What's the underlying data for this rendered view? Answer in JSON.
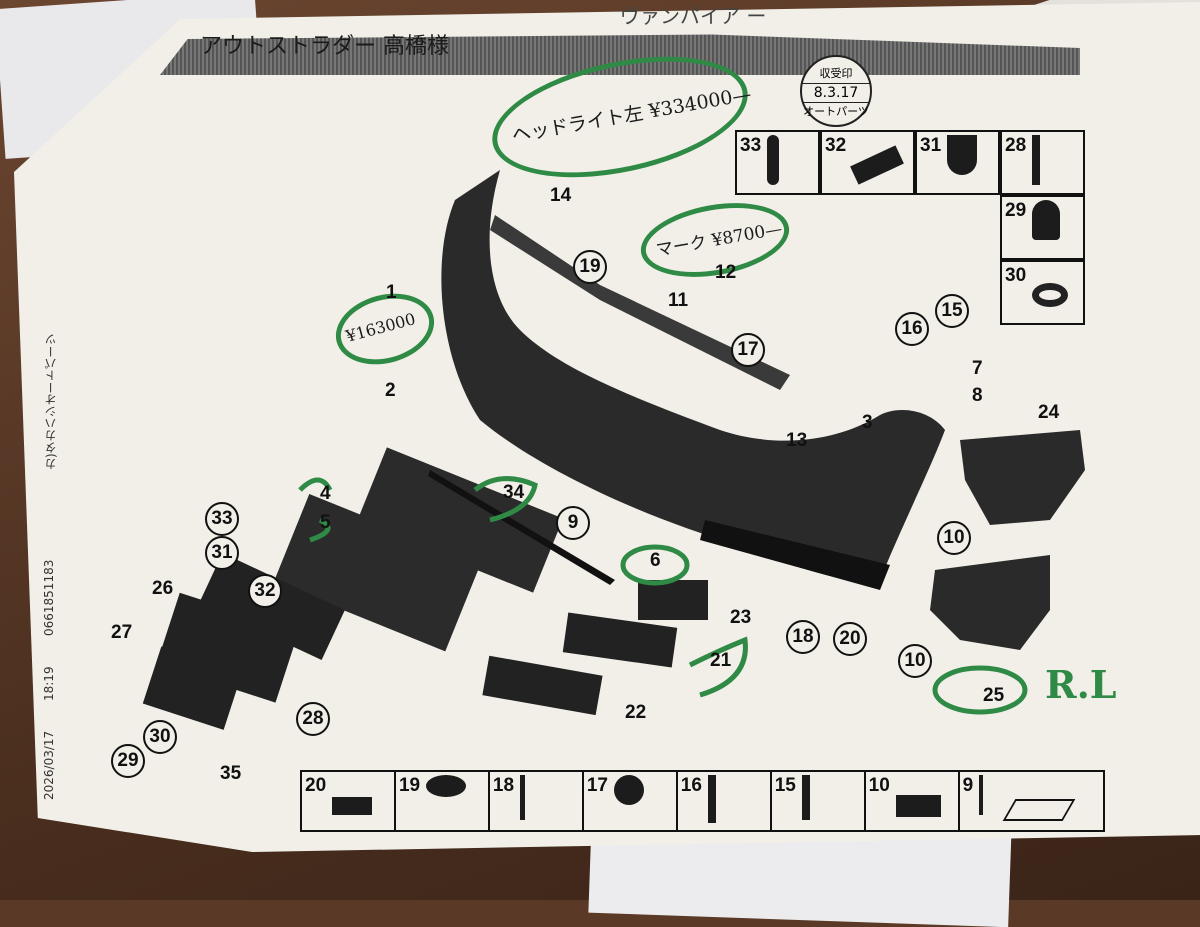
{
  "title_handwritten": "アウトストラダー 高橋様",
  "top_faded_text": "ヴァンパイア ー",
  "stamp": {
    "top": "収受印",
    "date": "8.3.17",
    "bottom": "オートパーツ"
  },
  "fax_header": {
    "date": "2026/03/17",
    "time": "18:19",
    "phone": "0661851183",
    "sender": "カ)タカハシオートパーツ"
  },
  "annotations": {
    "headlight": "ヘッドライト左 ¥334000—",
    "emblem": "マーク ¥8700—",
    "part1_price": "¥163000",
    "side_note": "R.L"
  },
  "callouts": [
    "14",
    "19",
    "11",
    "12",
    "17",
    "1",
    "2",
    "3",
    "13",
    "16",
    "15",
    "7",
    "8",
    "24",
    "10",
    "10",
    "25",
    "4",
    "5",
    "34",
    "9",
    "6",
    "23",
    "18",
    "20",
    "21",
    "22",
    "33",
    "31",
    "26",
    "32",
    "27",
    "28",
    "30",
    "29",
    "35"
  ],
  "top_table": [
    "33",
    "32",
    "31",
    "28",
    "29",
    "30"
  ],
  "bottom_table": [
    "20",
    "19",
    "18",
    "17",
    "16",
    "15",
    "10",
    "9"
  ],
  "colors": {
    "marker_green": "#2f8a45",
    "ink": "#111111",
    "paper": "#f1efe8"
  }
}
